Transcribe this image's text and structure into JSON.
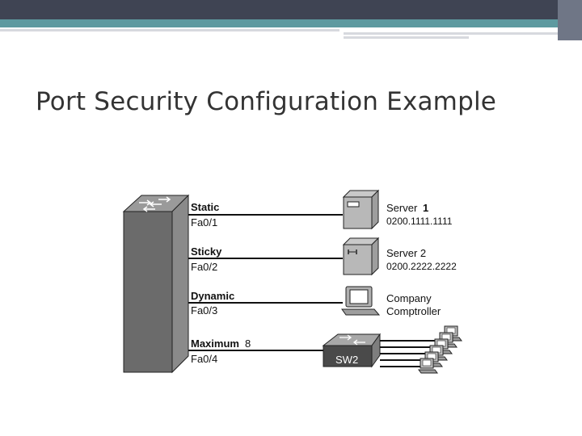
{
  "slide": {
    "title": "Port Security Configuration Example"
  },
  "ports": [
    {
      "mode": "Static",
      "interface": "Fa0/1",
      "device": "Server",
      "device_num": "1",
      "device_detail": "0200.1111.1111",
      "icon": "server-icon"
    },
    {
      "mode": "Sticky",
      "interface": "Fa0/2",
      "device": "Server 2",
      "device_detail": "0200.2222.2222",
      "icon": "server-icon"
    },
    {
      "mode": "Dynamic",
      "interface": "Fa0/3",
      "device": "Company",
      "device_detail": "Comptroller",
      "icon": "pc-icon"
    },
    {
      "mode": "Maximum",
      "mode_value": "8",
      "interface": "Fa0/4",
      "device": "SW2",
      "icon": "switch-icon",
      "attached": "pc-icon"
    }
  ],
  "colors": {
    "topbar": "#3f4453",
    "accent": "#5e9aa0",
    "switch_front": "#6b6b6b"
  }
}
